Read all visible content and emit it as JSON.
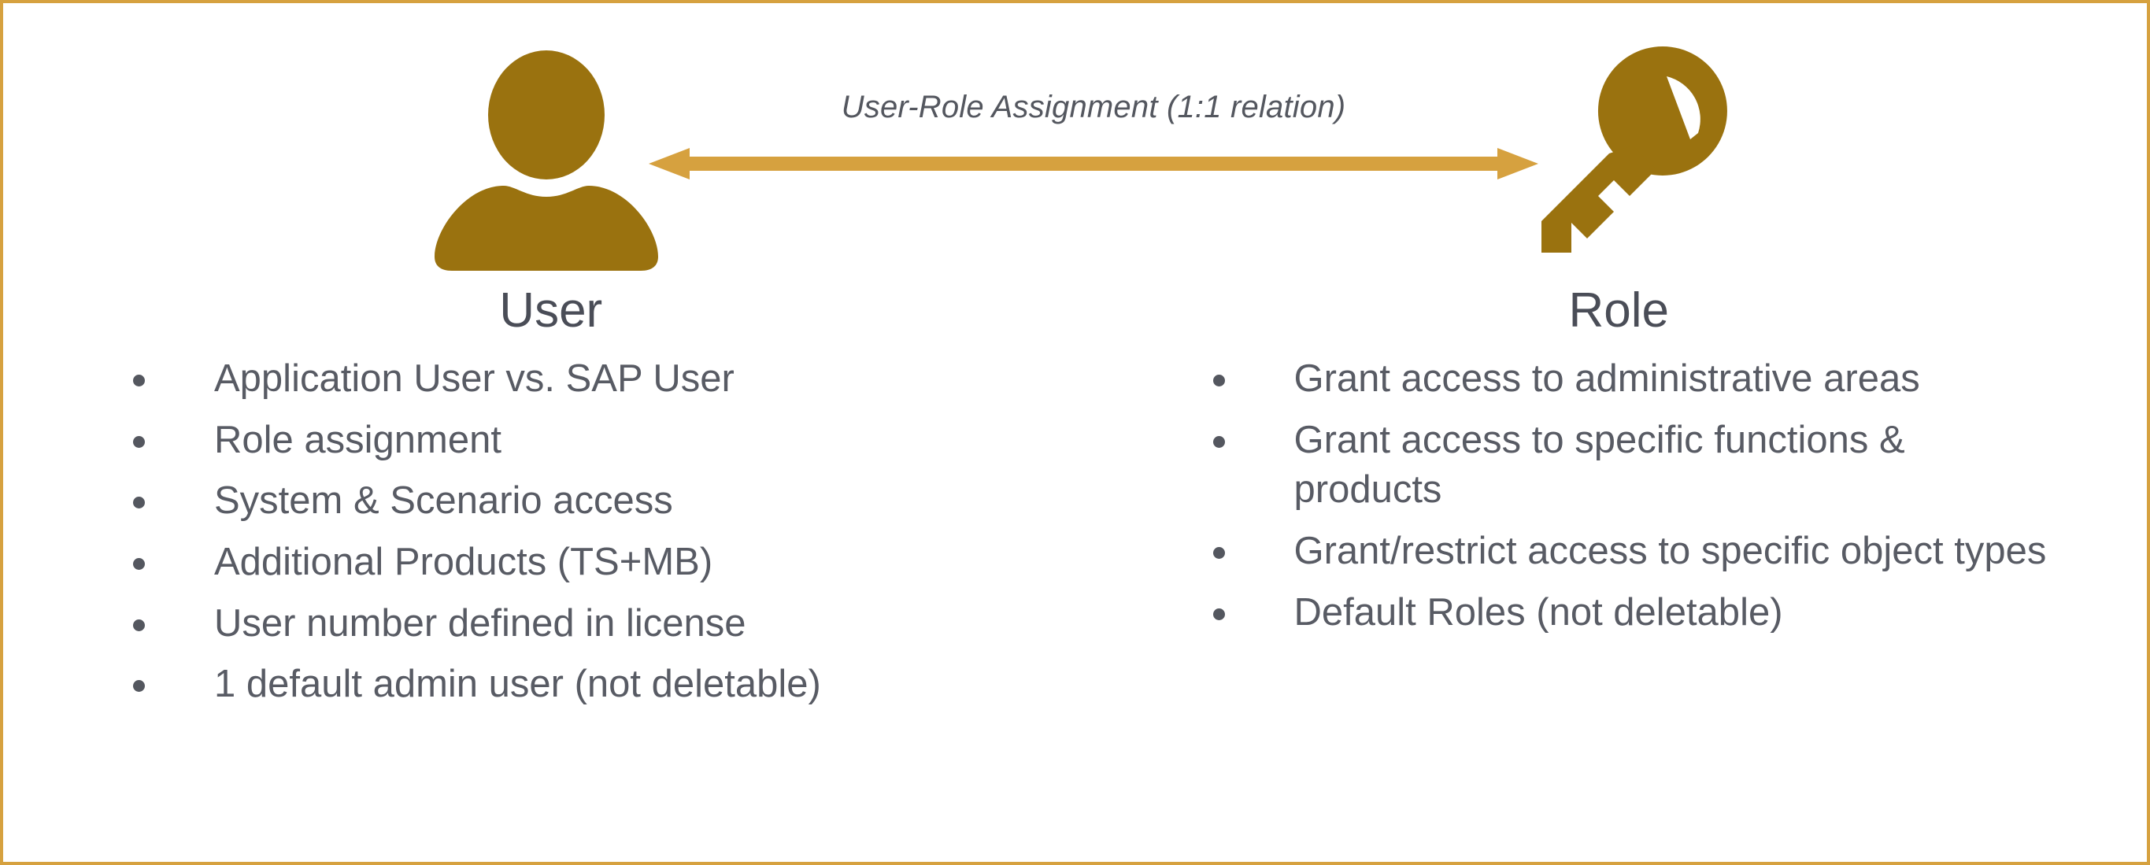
{
  "slide": {
    "border_color": "#D6A13F",
    "background": "#ffffff",
    "icon_color": "#9A720F",
    "arrow_color": "#D6A13F",
    "heading_color": "#4A4D57",
    "body_text_color": "#585B64"
  },
  "relation": {
    "label": "User-Role Assignment (1:1 relation)",
    "direction": "bidirectional"
  },
  "left": {
    "icon": "person-icon",
    "title": "User",
    "bullets": [
      "Application User vs. SAP User",
      "Role assignment",
      "System & Scenario access",
      "Additional Products (TS+MB)",
      "User number defined in license",
      "1 default admin user (not deletable)"
    ]
  },
  "right": {
    "icon": "key-icon",
    "title": "Role",
    "bullets": [
      "Grant access to administrative areas",
      "Grant access to specific functions & products",
      "Grant/restrict access to specific object types",
      "Default Roles (not deletable)"
    ]
  }
}
